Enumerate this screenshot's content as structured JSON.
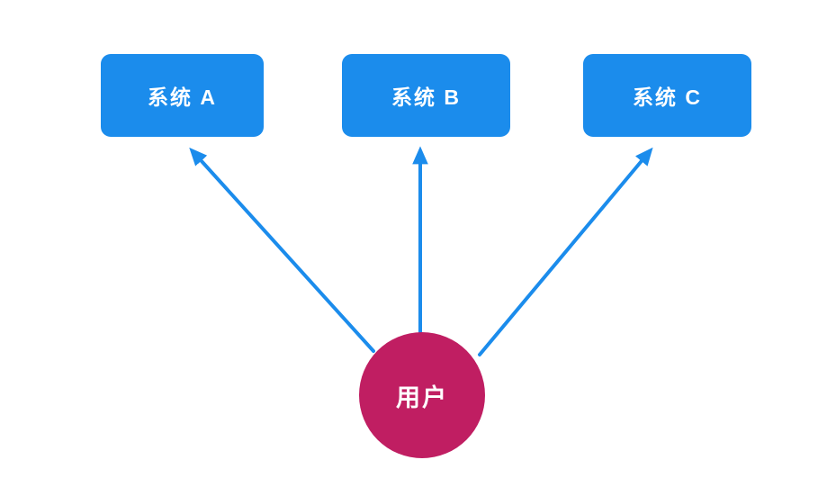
{
  "nodes": {
    "system_a": {
      "label": "系统 A",
      "shape": "rounded-rectangle"
    },
    "system_b": {
      "label": "系统 B",
      "shape": "rounded-rectangle"
    },
    "system_c": {
      "label": "系统 C",
      "shape": "rounded-rectangle"
    },
    "user": {
      "label": "用户",
      "shape": "circle"
    }
  },
  "edges": [
    {
      "from": "user",
      "to": "system_a",
      "arrow": "to"
    },
    {
      "from": "user",
      "to": "system_b",
      "arrow": "to"
    },
    {
      "from": "user",
      "to": "system_c",
      "arrow": "to"
    }
  ],
  "colors": {
    "system_box": "#1b8cec",
    "user_circle": "#c01e62",
    "arrow": "#1b8cec",
    "node_text": "#ffffff",
    "background": "#ffffff"
  }
}
